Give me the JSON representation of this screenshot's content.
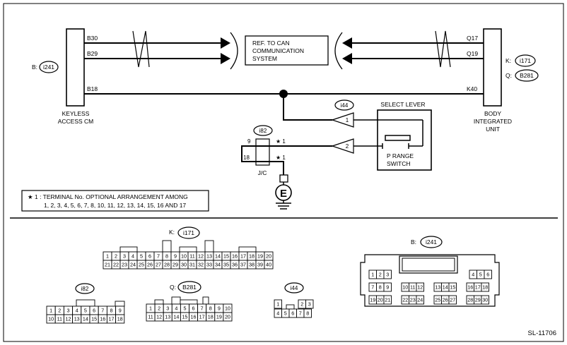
{
  "diagram_id": "SL-11706",
  "modules": {
    "keyless": {
      "name_line1": "KEYLESS",
      "name_line2": "ACCESS CM",
      "conn_prefix": "B:",
      "conn_id": "i241",
      "pins": {
        "b30": "B30",
        "b29": "B29",
        "b18": "B18"
      }
    },
    "body": {
      "name_line1": "BODY",
      "name_line2": "INTEGRATED",
      "name_line3": "UNIT",
      "conn_k_prefix": "K:",
      "conn_k_id": "i171",
      "conn_q_prefix": "Q:",
      "conn_q_id": "B281",
      "pins": {
        "q17": "Q17",
        "q19": "Q19",
        "k40": "K40"
      }
    }
  },
  "can_ref": {
    "line1": "REF. TO CAN",
    "line2": "COMMUNICATION",
    "line3": "SYSTEM"
  },
  "select_lever": {
    "title": "SELECT LEVER",
    "conn_id": "i44",
    "pin1": "1",
    "pin2": "2",
    "switch_line1": "P RANGE",
    "switch_line2": "SWITCH"
  },
  "joint": {
    "conn_id": "i82",
    "pin9": "9",
    "pin18": "18",
    "mark": "★ 1",
    "name": "J/C",
    "ground": "E"
  },
  "note": {
    "line1": "★ 1 : TERMINAL No. OPTIONAL ARRANGEMENT AMONG",
    "line2": "1, 2, 3, 4, 5, 6, 7, 8, 10, 11, 12, 13, 14, 15, 16 AND 17"
  },
  "connectors": {
    "k_i171": {
      "prefix": "K:",
      "id": "i171",
      "row1": [
        "1",
        "2",
        "3",
        "4",
        "5",
        "6",
        "7",
        "8",
        "9",
        "10",
        "11",
        "12",
        "13",
        "14",
        "15",
        "16",
        "17",
        "18",
        "19",
        "20"
      ],
      "row2": [
        "21",
        "22",
        "23",
        "24",
        "25",
        "26",
        "27",
        "28",
        "29",
        "30",
        "31",
        "32",
        "33",
        "34",
        "35",
        "36",
        "37",
        "38",
        "39",
        "40"
      ]
    },
    "i82": {
      "id": "i82",
      "row1": [
        "1",
        "2",
        "3",
        "4",
        "5",
        "6",
        "7",
        "8",
        "9"
      ],
      "row2": [
        "10",
        "11",
        "12",
        "13",
        "14",
        "15",
        "16",
        "17",
        "18"
      ]
    },
    "q_b281": {
      "prefix": "Q:",
      "id": "B281",
      "row1": [
        "1",
        "2",
        "3",
        "4",
        "5",
        "6",
        "7",
        "8",
        "9",
        "10"
      ],
      "row2": [
        "11",
        "12",
        "13",
        "14",
        "15",
        "16",
        "17",
        "18",
        "19",
        "20"
      ]
    },
    "i44": {
      "id": "i44",
      "row1": [
        "1",
        "2",
        "3"
      ],
      "row2": [
        "4",
        "5",
        "6",
        "7",
        "8"
      ]
    },
    "b_i241": {
      "prefix": "B:",
      "id": "i241",
      "groups": [
        [
          "1",
          "2",
          "3"
        ],
        [
          "4",
          "5",
          "6"
        ],
        [
          "7",
          "8",
          "9"
        ],
        [
          "10",
          "11",
          "12"
        ],
        [
          "13",
          "14",
          "15"
        ],
        [
          "16",
          "17",
          "18"
        ],
        [
          "19",
          "20",
          "21"
        ],
        [
          "22",
          "23",
          "24"
        ],
        [
          "25",
          "26",
          "27"
        ],
        [
          "28",
          "29",
          "30"
        ]
      ]
    }
  }
}
